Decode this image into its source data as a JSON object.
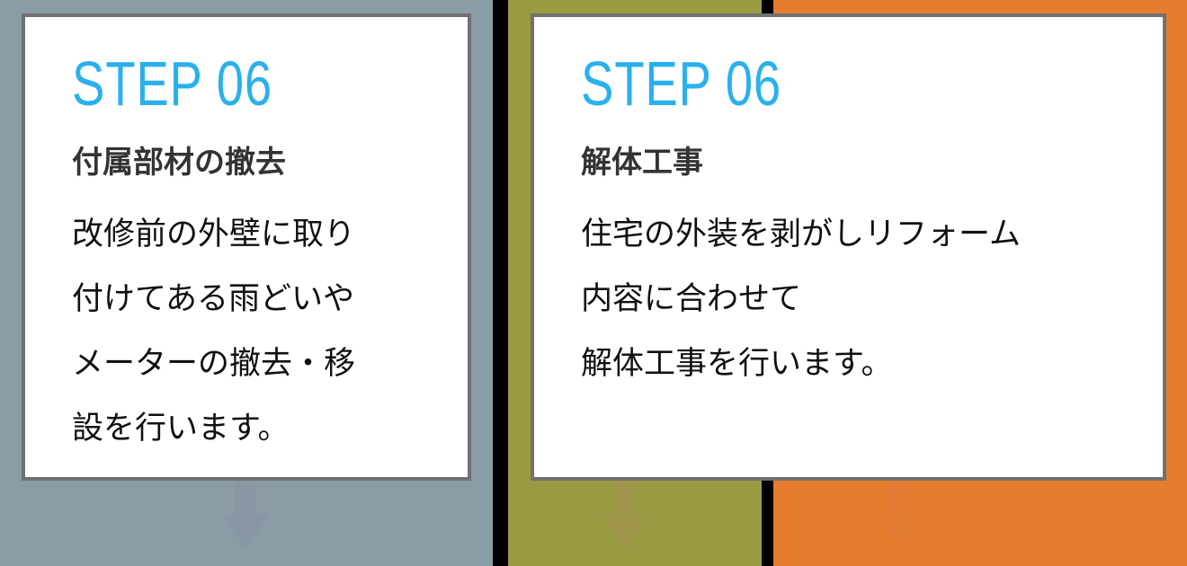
{
  "colors": {
    "panel_left": "#8a9ca6",
    "panel_middle": "#9a9a42",
    "panel_right": "#e57c2e",
    "divider": "#000000",
    "card_border": "#717171",
    "step_label": "#2ab0ec"
  },
  "cards": [
    {
      "step": "STEP 06",
      "title": "付属部材の撤去",
      "body": "改修前の外壁に取り\n付けてある雨どいや\nメーターの撤去・移\n設を行います。"
    },
    {
      "step": "STEP 06",
      "title": "解体工事",
      "body": "住宅の外装を剥がしリフォーム\n内容に合わせて\n解体工事を行います。"
    }
  ],
  "arrows": [
    {
      "icon": "arrow-down-icon",
      "color": "#8897a3"
    },
    {
      "icon": "arrow-down-icon",
      "color": "#9e9548"
    },
    {
      "icon": "arrow-down-icon",
      "color": "#e27a32"
    }
  ]
}
